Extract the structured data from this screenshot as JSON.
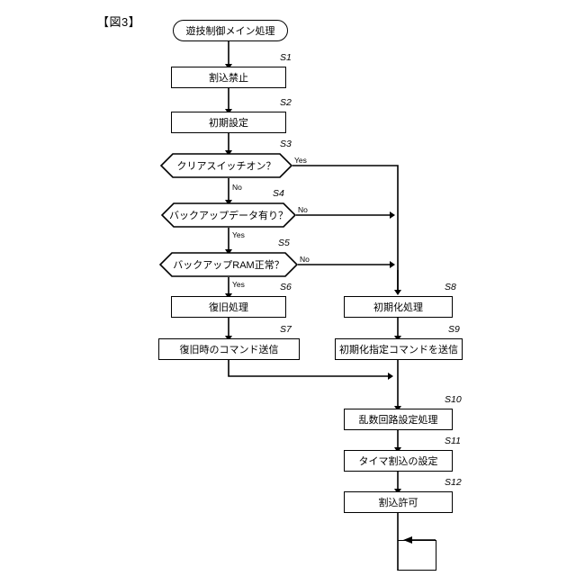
{
  "figure": {
    "title": "【図3】",
    "kind": "flowchart"
  },
  "chart_data": {
    "type": "diagram",
    "title": "【図3】",
    "nodes": [
      {
        "id": "start",
        "shape": "terminal",
        "label": "遊技制御メイン処理",
        "step": ""
      },
      {
        "id": "s1",
        "shape": "process",
        "label": "割込禁止",
        "step": "S1"
      },
      {
        "id": "s2",
        "shape": "process",
        "label": "初期設定",
        "step": "S2"
      },
      {
        "id": "s3",
        "shape": "decision",
        "label": "クリアスイッチオン？",
        "step": "S3"
      },
      {
        "id": "s4",
        "shape": "decision",
        "label": "バックアップデータ有り？",
        "step": "S4"
      },
      {
        "id": "s5",
        "shape": "decision",
        "label": "バックアップRAM正常？",
        "step": "S5"
      },
      {
        "id": "s6",
        "shape": "process",
        "label": "復旧処理",
        "step": "S6"
      },
      {
        "id": "s7",
        "shape": "process",
        "label": "復旧時のコマンド送信",
        "step": "S7"
      },
      {
        "id": "s8",
        "shape": "process",
        "label": "初期化処理",
        "step": "S8"
      },
      {
        "id": "s9",
        "shape": "process",
        "label": "初期化指定コマンドを送信",
        "step": "S9"
      },
      {
        "id": "s10",
        "shape": "process",
        "label": "乱数回路設定処理",
        "step": "S10"
      },
      {
        "id": "s11",
        "shape": "process",
        "label": "タイマ割込の設定",
        "step": "S11"
      },
      {
        "id": "s12",
        "shape": "process",
        "label": "割込許可",
        "step": "S12"
      },
      {
        "id": "loop",
        "shape": "loop",
        "label": "",
        "step": ""
      }
    ],
    "edges": [
      {
        "from": "start",
        "to": "s1",
        "label": ""
      },
      {
        "from": "s1",
        "to": "s2",
        "label": ""
      },
      {
        "from": "s2",
        "to": "s3",
        "label": ""
      },
      {
        "from": "s3",
        "to": "s4",
        "label": "No"
      },
      {
        "from": "s3",
        "to": "s8",
        "label": "Yes"
      },
      {
        "from": "s4",
        "to": "s5",
        "label": "Yes"
      },
      {
        "from": "s4",
        "to": "s8",
        "label": "No"
      },
      {
        "from": "s5",
        "to": "s6",
        "label": "Yes"
      },
      {
        "from": "s5",
        "to": "s8",
        "label": "No"
      },
      {
        "from": "s6",
        "to": "s7",
        "label": ""
      },
      {
        "from": "s7",
        "to": "s10",
        "label": ""
      },
      {
        "from": "s8",
        "to": "s9",
        "label": ""
      },
      {
        "from": "s9",
        "to": "s10",
        "label": ""
      },
      {
        "from": "s10",
        "to": "s11",
        "label": ""
      },
      {
        "from": "s11",
        "to": "s12",
        "label": ""
      },
      {
        "from": "s12",
        "to": "loop",
        "label": ""
      }
    ]
  },
  "labels": {
    "yes": "Yes",
    "no": "No",
    "s3_yes": "Yes",
    "s3_no": "No",
    "s4_yes": "Yes",
    "s4_no": "No",
    "s5_yes": "Yes",
    "s5_no": "No"
  },
  "steps": {
    "s1": "S1",
    "s2": "S2",
    "s3": "S3",
    "s4": "S4",
    "s5": "S5",
    "s6": "S6",
    "s7": "S7",
    "s8": "S8",
    "s9": "S9",
    "s10": "S10",
    "s11": "S11",
    "s12": "S12"
  },
  "nodes": {
    "start": "遊技制御メイン処理",
    "s1": "割込禁止",
    "s2": "初期設定",
    "s3": "クリアスイッチオン？",
    "s4": "バックアップデータ有り？",
    "s5": "バックアップRAM正常？",
    "s6": "復旧処理",
    "s7": "復旧時のコマンド送信",
    "s8": "初期化処理",
    "s9": "初期化指定コマンドを送信",
    "s10": "乱数回路設定処理",
    "s11": "タイマ割込の設定",
    "s12": "割込許可"
  },
  "colors": {
    "stroke": "#000000",
    "background": "#ffffff"
  }
}
